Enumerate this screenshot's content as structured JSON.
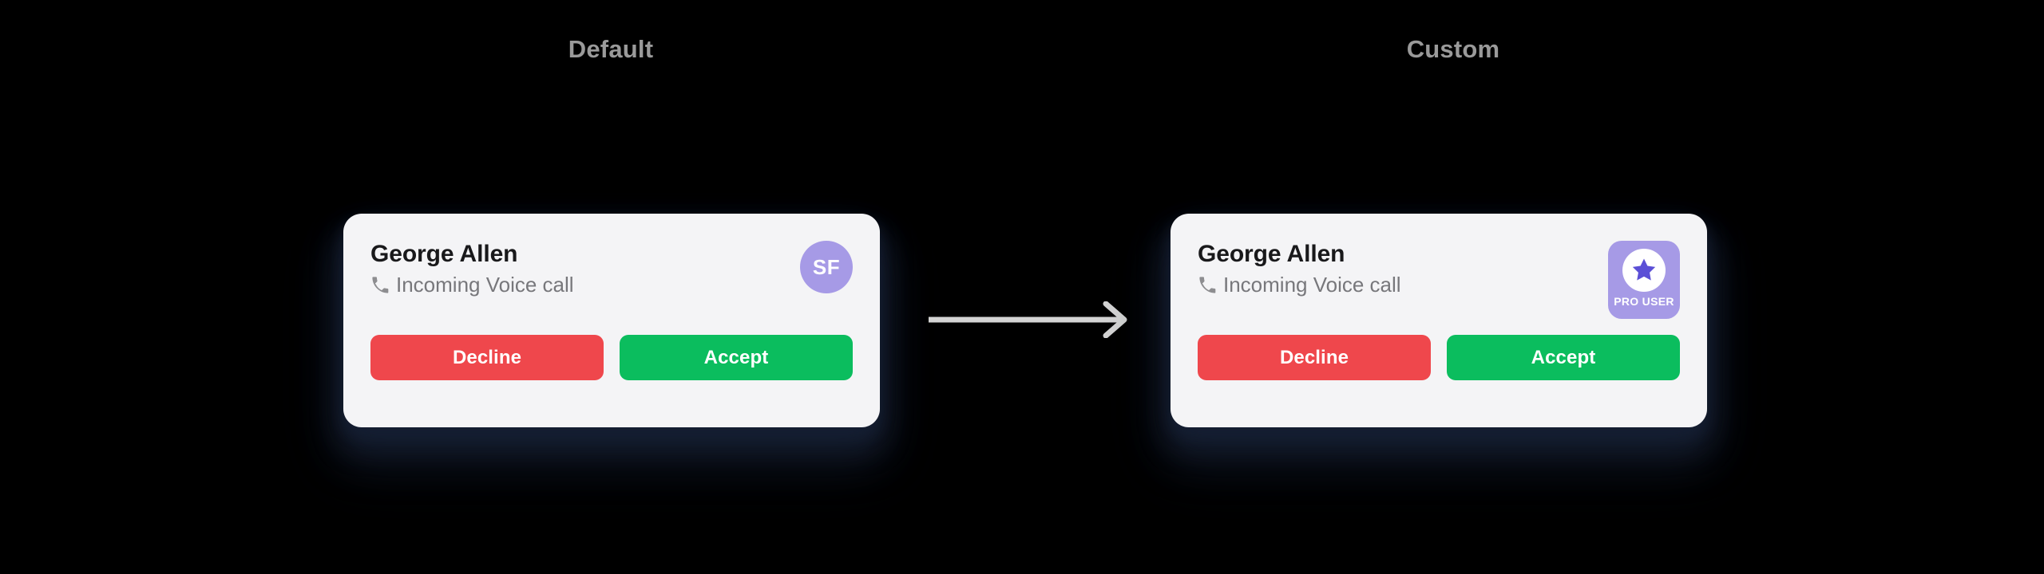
{
  "page": {
    "background_color": "#000000"
  },
  "columns": [
    {
      "label": "Default"
    },
    {
      "label": "Custom"
    }
  ],
  "cards": {
    "default": {
      "caller_name": "George Allen",
      "call_status": "Incoming Voice call",
      "phone_icon": "phone-icon",
      "avatar": {
        "type": "circle-initials",
        "initials": "SF",
        "background_color": "#a69ae6",
        "text_color": "#ffffff"
      },
      "buttons": {
        "decline_label": "Decline",
        "accept_label": "Accept",
        "decline_color": "#ef474c",
        "accept_color": "#0bbd5e"
      },
      "background_color": "#f4f4f6"
    },
    "custom": {
      "caller_name": "George Allen",
      "call_status": "Incoming Voice call",
      "phone_icon": "phone-icon",
      "avatar": {
        "type": "badge-star",
        "badge_label": "PRO USER",
        "background_color": "#a69ae6",
        "star_color": "#5b4fd6",
        "disc_color": "#ffffff",
        "text_color": "#ffffff"
      },
      "buttons": {
        "decline_label": "Decline",
        "accept_label": "Accept",
        "decline_color": "#ef474c",
        "accept_color": "#0bbd5e"
      },
      "background_color": "#f4f4f6"
    }
  },
  "arrow": {
    "icon": "arrow-right-icon",
    "color": "#d4d4d4",
    "direction": "right"
  }
}
